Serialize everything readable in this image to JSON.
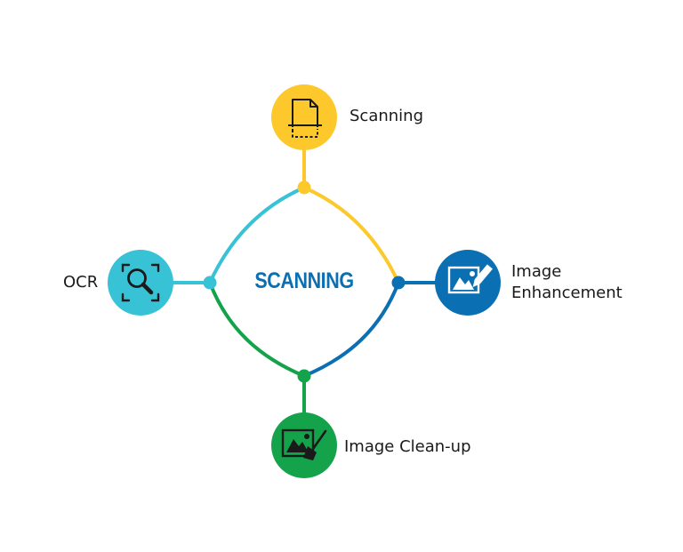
{
  "center": {
    "title": "SCANNING",
    "color": "#0b6fb3"
  },
  "nodes": {
    "top": {
      "label": "Scanning",
      "icon": "document-scan-icon",
      "color": "#fcc82c"
    },
    "right": {
      "label_line1": "Image",
      "label_line2": "Enhancement",
      "icon": "image-edit-icon",
      "color": "#0b6fb3"
    },
    "bottom": {
      "label": "Image Clean-up",
      "icon": "image-clean-icon",
      "color": "#14a34b"
    },
    "left": {
      "label": "OCR",
      "icon": "magnifier-scan-icon",
      "color": "#38c2d6"
    }
  }
}
